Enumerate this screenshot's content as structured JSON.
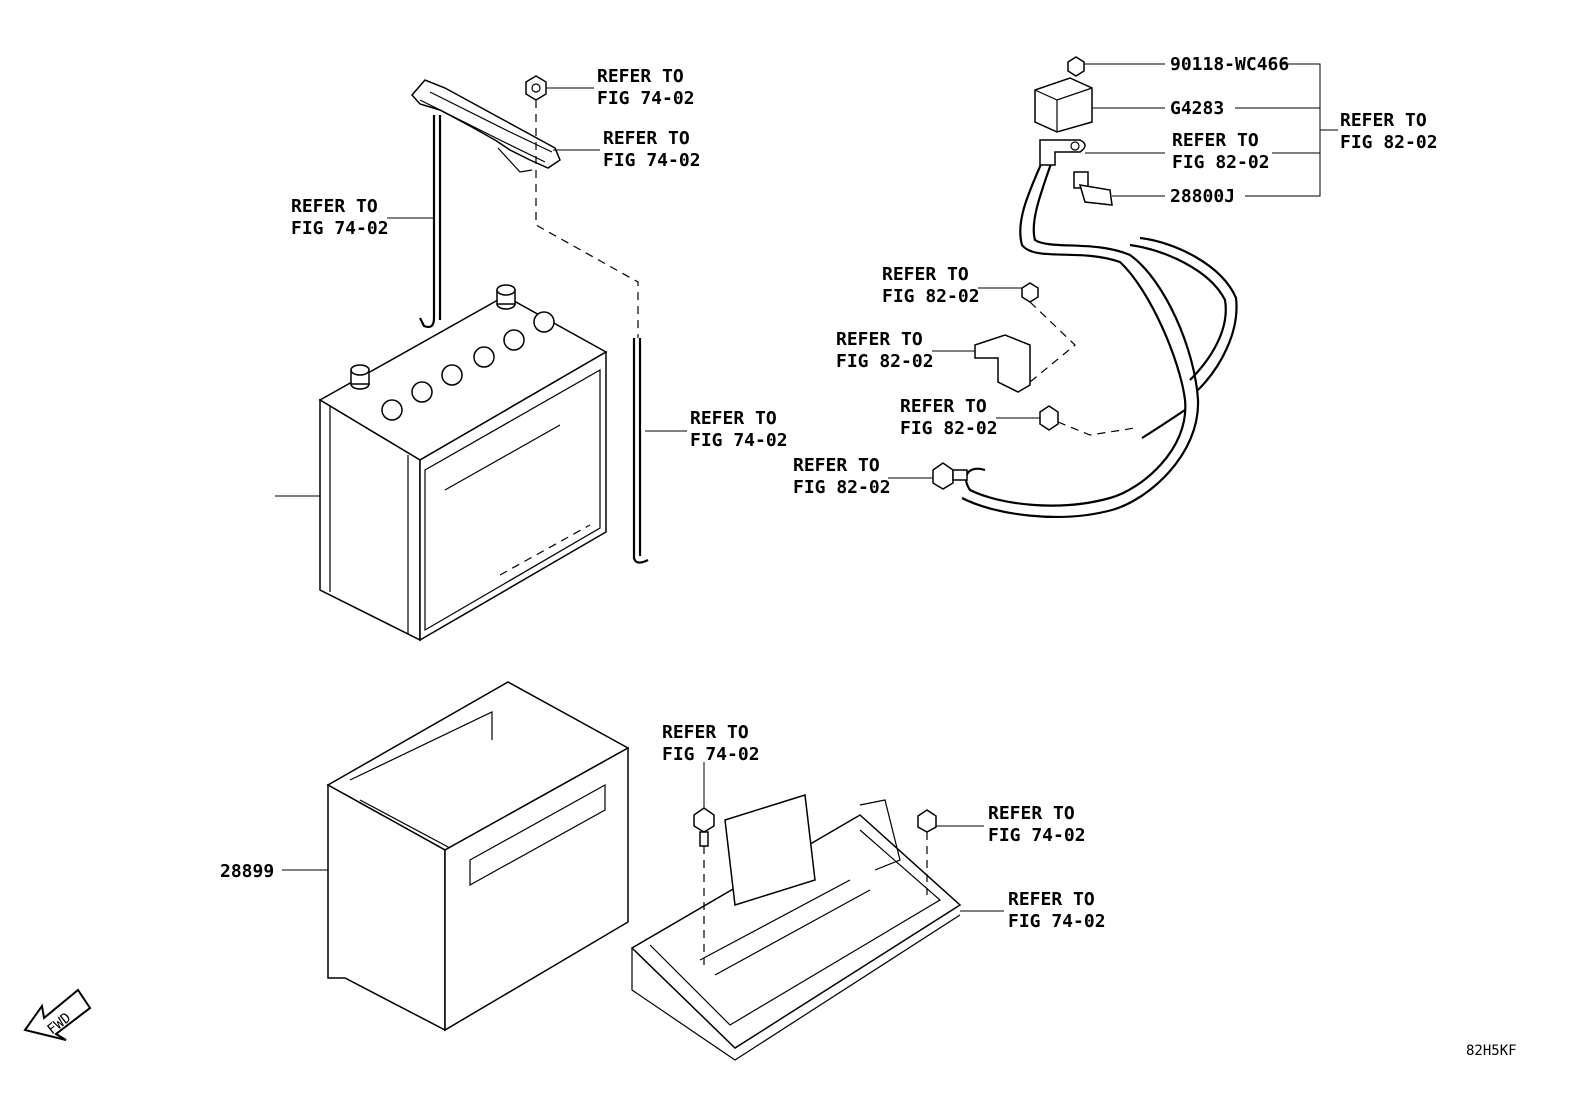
{
  "callouts": {
    "refer_74_02_line1": "REFER TO",
    "refer_74_02_line2": "FIG 74-02",
    "refer_82_02_line1": "REFER TO",
    "refer_82_02_line2": "FIG 82-02"
  },
  "parts": {
    "nut_90118": "90118-WC466",
    "fuse_block": "G4283",
    "terminal_28800": "28800J",
    "battery_case": "28899"
  },
  "footer": {
    "fwd_arrow": "FWD",
    "diagram_code": "82H5KF"
  }
}
